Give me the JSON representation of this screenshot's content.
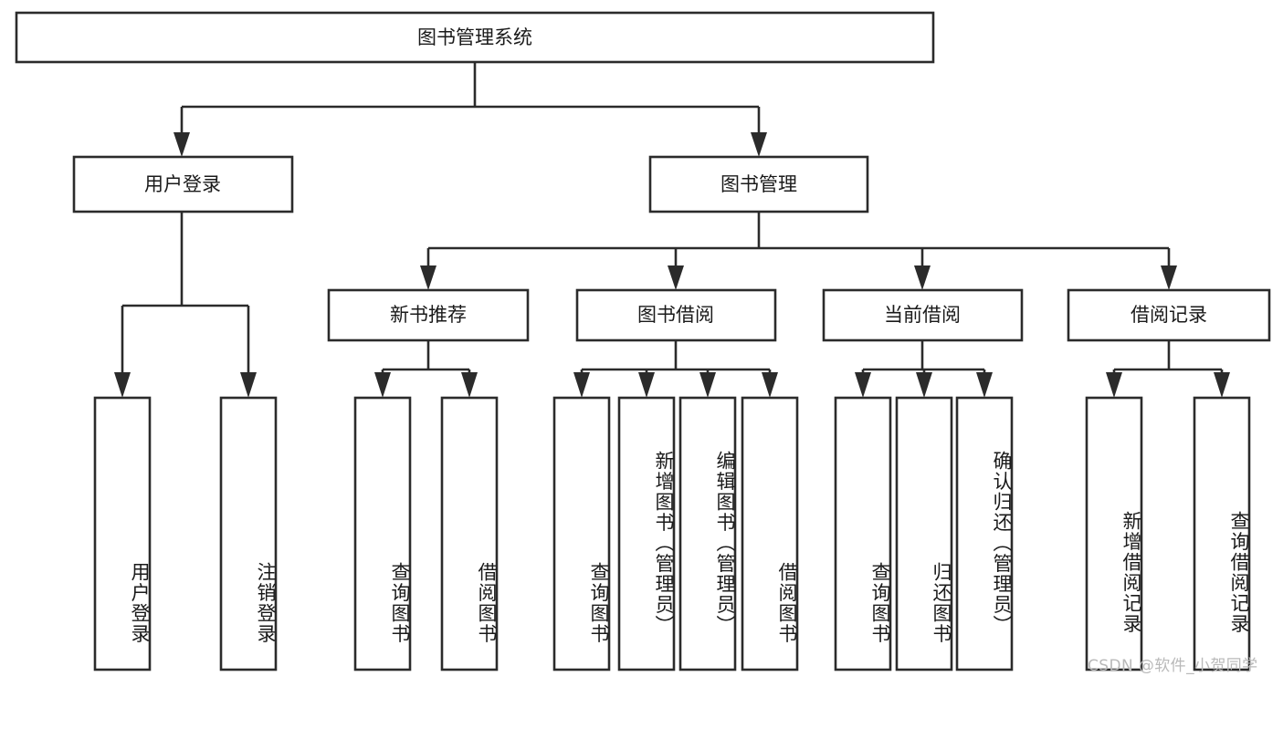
{
  "diagram": {
    "type": "tree",
    "title_node": {
      "label": "图书管理系统"
    },
    "level2": [
      {
        "id": "user-login",
        "label": "用户登录"
      },
      {
        "id": "book-manage",
        "label": "图书管理"
      }
    ],
    "level3": [
      {
        "id": "new-book-rec",
        "label": "新书推荐"
      },
      {
        "id": "book-borrow",
        "label": "图书借阅"
      },
      {
        "id": "current-borrow",
        "label": "当前借阅"
      },
      {
        "id": "borrow-record",
        "label": "借阅记录"
      }
    ],
    "leaves": {
      "user_login": [
        {
          "id": "leaf-user-login",
          "label": "用户登录"
        },
        {
          "id": "leaf-logout",
          "label": "注销登录"
        }
      ],
      "new_book_rec": [
        {
          "id": "leaf-query-book-1",
          "label": "查询图书"
        },
        {
          "id": "leaf-borrow-book-1",
          "label": "借阅图书"
        }
      ],
      "book_borrow": [
        {
          "id": "leaf-query-book-2",
          "label": "查询图书"
        },
        {
          "id": "leaf-add-book",
          "label": "新增图书（管理员）"
        },
        {
          "id": "leaf-edit-book",
          "label": "编辑图书（管理员）"
        },
        {
          "id": "leaf-borrow-book-2",
          "label": "借阅图书"
        }
      ],
      "current_borrow": [
        {
          "id": "leaf-query-book-3",
          "label": "查询图书"
        },
        {
          "id": "leaf-return-book",
          "label": "归还图书"
        },
        {
          "id": "leaf-confirm-return",
          "label": "确认归还（管理员）"
        }
      ],
      "borrow_record": [
        {
          "id": "leaf-add-record",
          "label": "新增借阅记录"
        },
        {
          "id": "leaf-query-record",
          "label": "查询借阅记录"
        }
      ]
    }
  },
  "watermark": {
    "text": "CSDN @软件_小贺同学"
  },
  "colors": {
    "stroke": "#2b2b2b",
    "fill": "#ffffff",
    "text": "#1a1a1a",
    "watermark": "#b9b9b9"
  }
}
